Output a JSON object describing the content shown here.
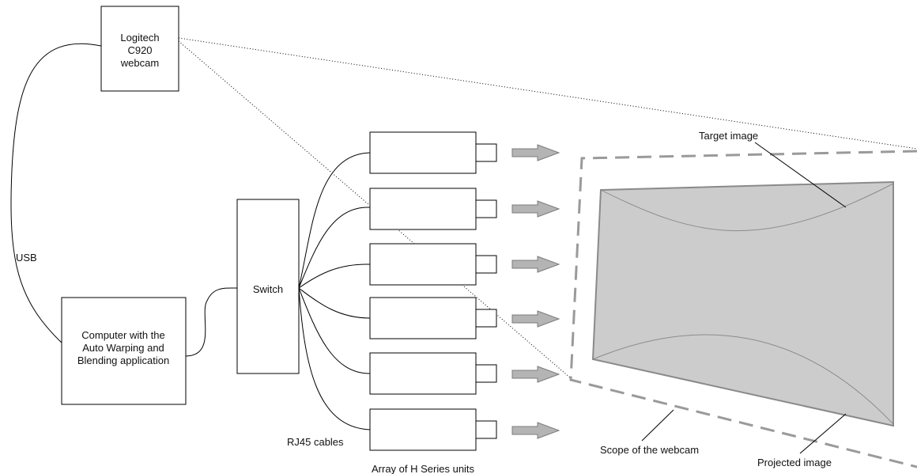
{
  "labels": {
    "webcam_line1": "Logitech",
    "webcam_line2": "C920",
    "webcam_line3": "webcam",
    "usb": "USB",
    "computer_line1": "Computer with the",
    "computer_line2": "Auto Warping and",
    "computer_line3": "Blending application",
    "switch": "Switch",
    "rj45": "RJ45 cables",
    "array": "Array of H Series units",
    "target": "Target image",
    "scope": "Scope of the webcam",
    "projected": "Projected image"
  },
  "colors": {
    "screen_fill": "#cccccc",
    "scope_dash": "#9a9a9a",
    "arrow_fill": "#b4b4b4"
  }
}
